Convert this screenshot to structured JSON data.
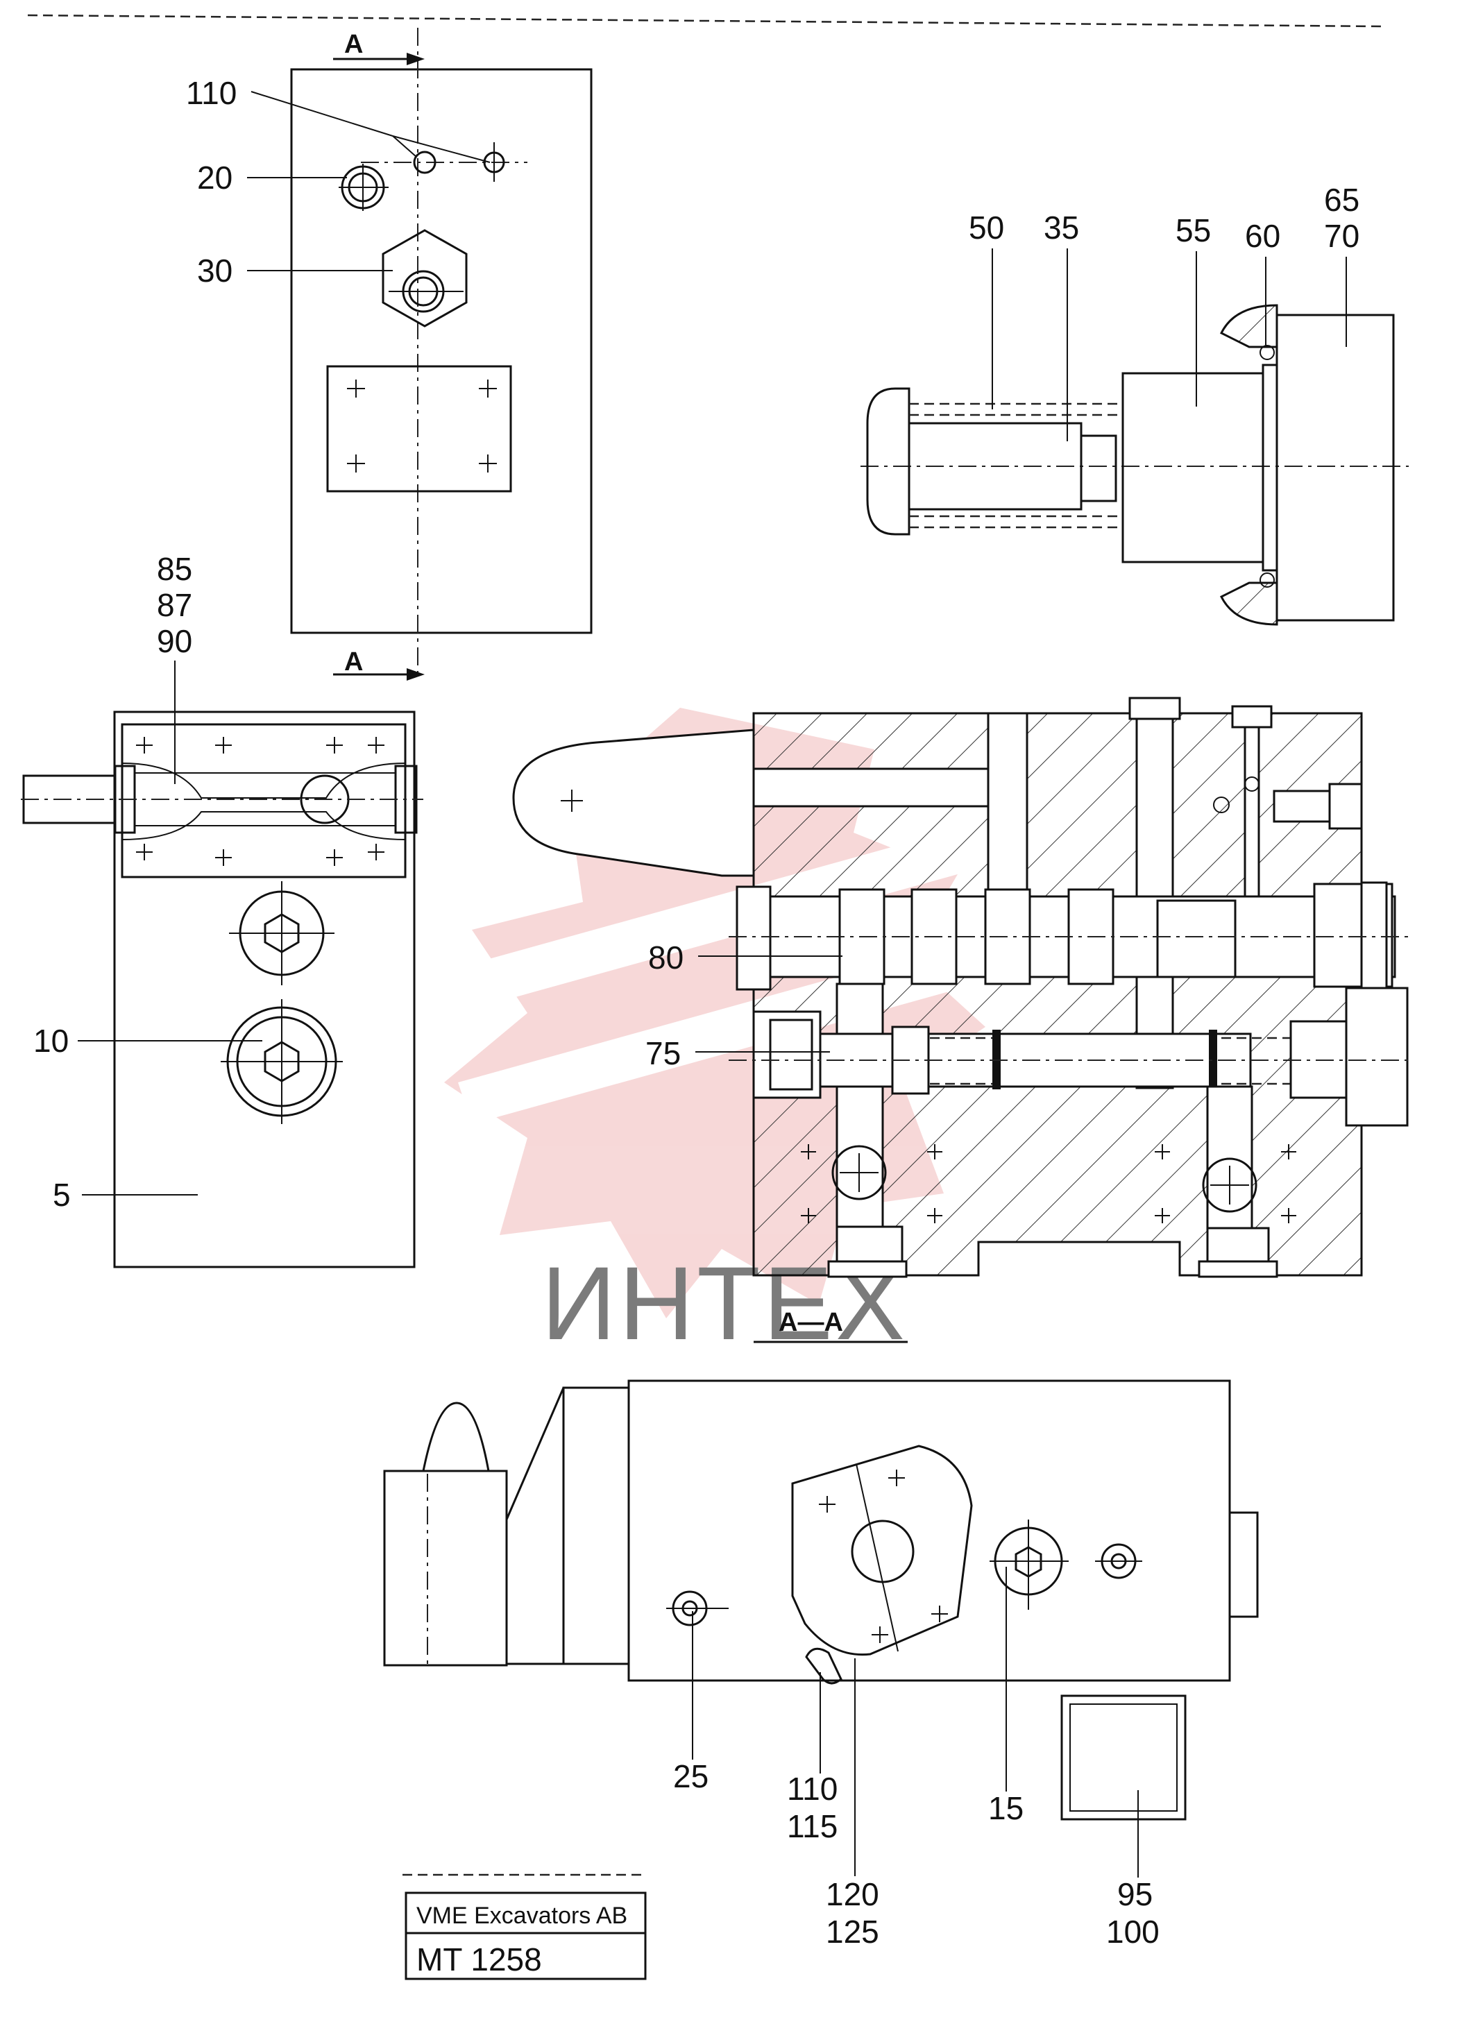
{
  "section_label": "A",
  "section_title": "A—A",
  "watermark_text": "ИНТЕХ",
  "callouts": {
    "c110_top": "110",
    "c20": "20",
    "c30": "30",
    "c85": "85",
    "c87": "87",
    "c90": "90",
    "c10": "10",
    "c5": "5",
    "c50": "50",
    "c35": "35",
    "c55": "55",
    "c60": "60",
    "c65": "65",
    "c70": "70",
    "c80": "80",
    "c75": "75",
    "c25": "25",
    "c110_bottom": "110",
    "c115": "115",
    "c120": "120",
    "c125": "125",
    "c15": "15",
    "c95": "95",
    "c100": "100"
  },
  "title_block": {
    "company": "VME Excavators AB",
    "drawing_no": "MT 1258"
  },
  "colors": {
    "ink": "#111111",
    "watermark_red": "#f1b9b9",
    "watermark_gray": "#d9d9d9"
  }
}
